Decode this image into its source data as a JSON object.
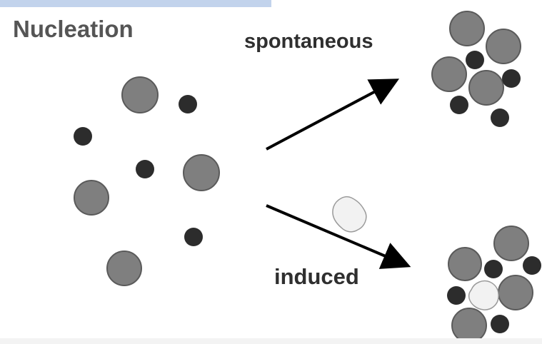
{
  "diagram": {
    "title": "Nucleation",
    "label_spontaneous": "spontaneous",
    "label_induced": "induced",
    "colors": {
      "large_particle": "#7f7f7f",
      "small_particle": "#2c2c2c",
      "seed": "#f2f2f2",
      "arrow": "#000000",
      "top_bar": "#c2d3ec"
    }
  }
}
